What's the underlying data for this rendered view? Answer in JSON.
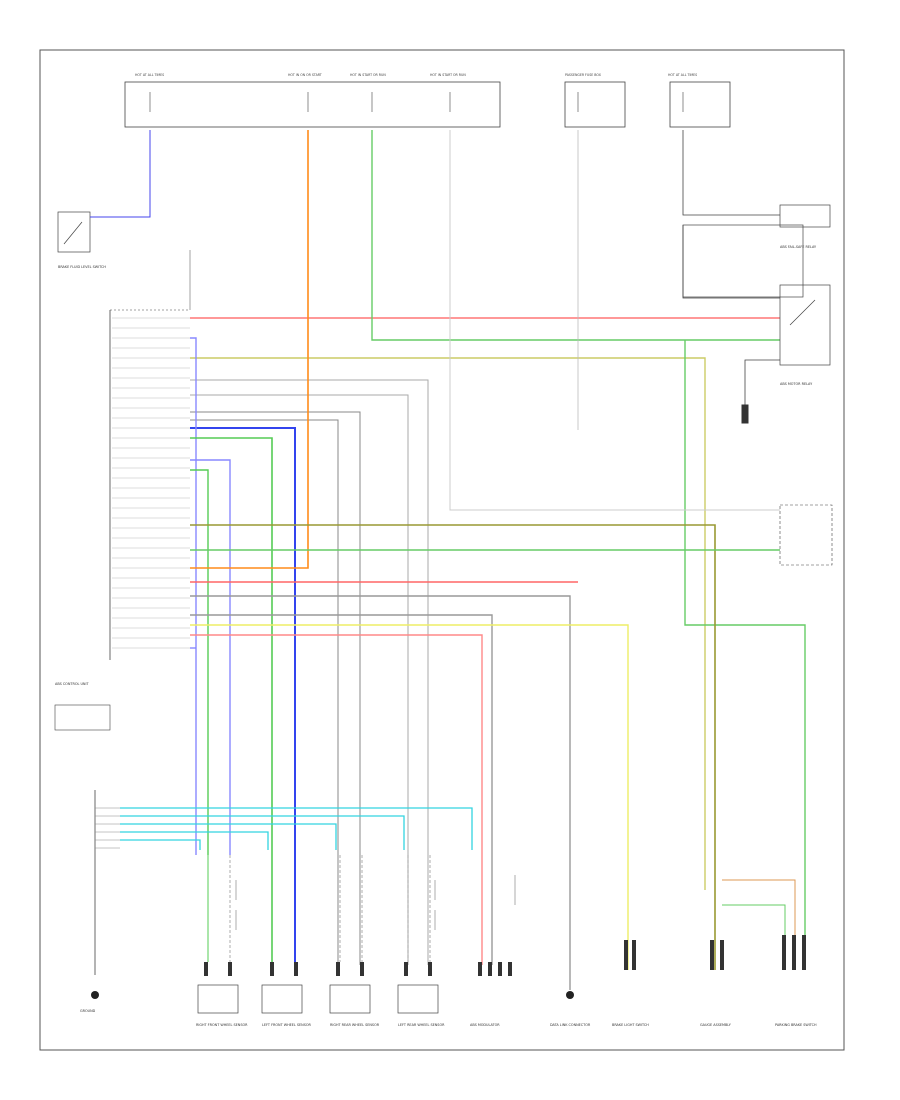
{
  "diagram": {
    "title": "",
    "page_ref": "",
    "labels": {
      "top_boxes": [
        "HOT AT ALL TIMES",
        "HOT IN ON OR START",
        "HOT IN START OR RUN",
        "HOT IN START OR RUN",
        "PASSENGER FUSE BOX",
        "HOT AT ALL TIMES"
      ],
      "components": [
        "ABS CONTROL UNIT",
        "BRAKE FLUID LEVEL SWITCH",
        "PARKING BRAKE SWITCH",
        "RIGHT FRONT WHEEL SENSOR",
        "LEFT FRONT WHEEL SENSOR",
        "RIGHT REAR WHEEL SENSOR",
        "LEFT REAR WHEEL SENSOR",
        "ABS MODULATOR",
        "DATA LINK CONNECTOR",
        "BRAKE LIGHT SWITCH",
        "GAUGE ASSEMBLY",
        "ABS MOTOR RELAY",
        "ABS FAIL-SAFE RELAY",
        "GROUND"
      ]
    },
    "wire_colors": {
      "red": "#ff6666",
      "orange": "#ff8c1a",
      "green": "#55cc55",
      "blue": "#3333ee",
      "light_blue": "#8888ff",
      "yellow": "#dddd55",
      "olive": "#999933",
      "cyan": "#33d4e0",
      "gray": "#999999",
      "pink": "#ffaaaa",
      "black": "#222222"
    }
  }
}
